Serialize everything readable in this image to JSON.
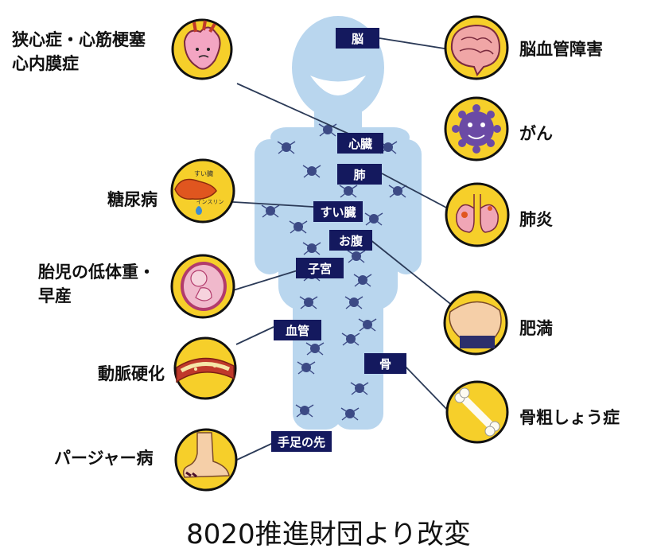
{
  "organs": {
    "brain": "脳",
    "heart": "心臓",
    "lung": "肺",
    "pancreas": "すい臓",
    "belly": "お腹",
    "uterus": "子宮",
    "vessel": "血管",
    "bone": "骨",
    "limbs": "手足の先"
  },
  "diseases": {
    "angina": "狭心症・心筋梗塞\n心内膜症",
    "diabetes": "糖尿病",
    "low_birth": "胎児の低体重・\n早産",
    "arterio": "動脈硬化",
    "burger": "パージャー病",
    "stroke": "脳血管障害",
    "cancer": "がん",
    "pneumonia": "肺炎",
    "obesity": "肥満",
    "osteoporosis": "骨粗しょう症"
  },
  "icon_text": {
    "pancreas_label": "すい臓",
    "insulin_label": "インスリン"
  },
  "credit": "8020推進財団より改変",
  "colors": {
    "body": "#b9d6ee",
    "label_bg": "#14195e",
    "circle_fill": "#f6cf2a",
    "circle_stroke": "#111111",
    "line": "#2b3a57",
    "bacteria": "#3c4a85"
  }
}
